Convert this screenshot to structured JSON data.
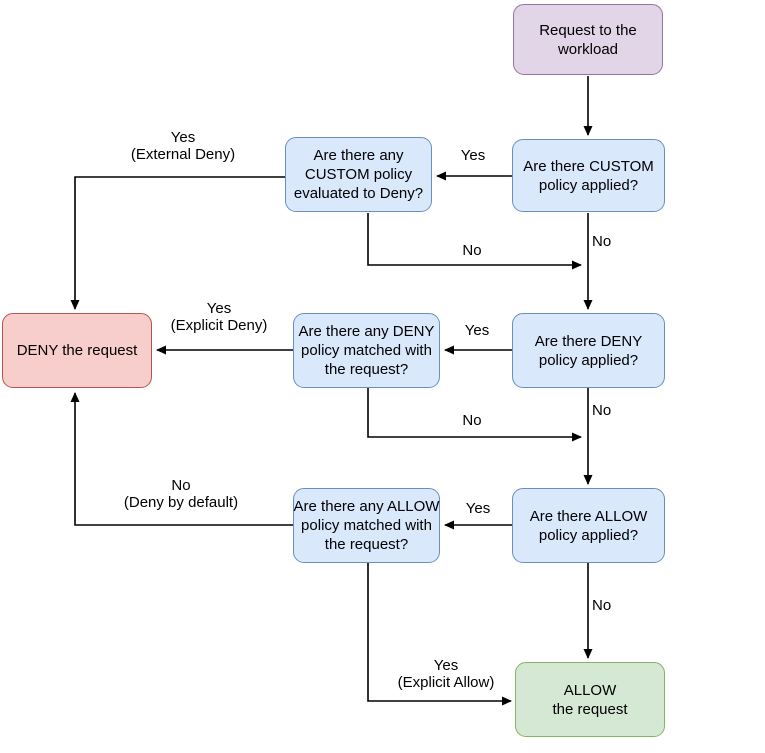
{
  "diagram": {
    "background": "#ffffff",
    "line_color": "#000000",
    "nodes": {
      "request": {
        "label": "Request to the\nworkload",
        "fill": "#E1D5E7",
        "stroke": "#9673A6"
      },
      "custom_applied": {
        "label": "Are there CUSTOM\npolicy applied?",
        "fill": "#DAE8FC",
        "stroke": "#6C8EBF"
      },
      "custom_evaluated": {
        "label": "Are there any\nCUSTOM policy\nevaluated to Deny?",
        "fill": "#DAE8FC",
        "stroke": "#6C8EBF"
      },
      "deny_request": {
        "label": "DENY the request",
        "fill": "#F8CECC",
        "stroke": "#B85450"
      },
      "deny_matched": {
        "label": "Are there any DENY\npolicy matched with\nthe request?",
        "fill": "#DAE8FC",
        "stroke": "#6C8EBF"
      },
      "deny_applied": {
        "label": "Are there DENY\npolicy applied?",
        "fill": "#DAE8FC",
        "stroke": "#6C8EBF"
      },
      "allow_matched": {
        "label": "Are there any ALLOW\npolicy matched with\nthe request?",
        "fill": "#DAE8FC",
        "stroke": "#6C8EBF"
      },
      "allow_applied": {
        "label": "Are there ALLOW\npolicy applied?",
        "fill": "#DAE8FC",
        "stroke": "#6C8EBF"
      },
      "allow_request": {
        "label": "ALLOW\nthe request",
        "fill": "#D5E8D4",
        "stroke": "#82B366"
      }
    },
    "edges": [
      {
        "from": "request",
        "to": "custom-applied",
        "label": ""
      },
      {
        "from": "custom-applied",
        "to": "custom-evaluated",
        "label": "Yes"
      },
      {
        "from": "custom-evaluated",
        "to": "deny-request",
        "label": "Yes\n(External Deny)"
      },
      {
        "from": "custom-evaluated",
        "to": "deny-applied",
        "label": "No"
      },
      {
        "from": "custom-applied",
        "to": "deny-applied",
        "label": "No"
      },
      {
        "from": "deny-applied",
        "to": "deny-matched",
        "label": "Yes"
      },
      {
        "from": "deny-matched",
        "to": "deny-request",
        "label": "Yes\n(Explicit Deny)"
      },
      {
        "from": "deny-matched",
        "to": "allow-applied",
        "label": "No"
      },
      {
        "from": "deny-applied",
        "to": "allow-applied",
        "label": "No"
      },
      {
        "from": "allow-applied",
        "to": "allow-matched",
        "label": "Yes"
      },
      {
        "from": "allow-matched",
        "to": "deny-request",
        "label": "No\n(Deny by default)"
      },
      {
        "from": "allow-matched",
        "to": "allow-request",
        "label": "Yes\n(Explicit Allow)"
      },
      {
        "from": "allow-applied",
        "to": "allow-request",
        "label": "No"
      }
    ]
  }
}
